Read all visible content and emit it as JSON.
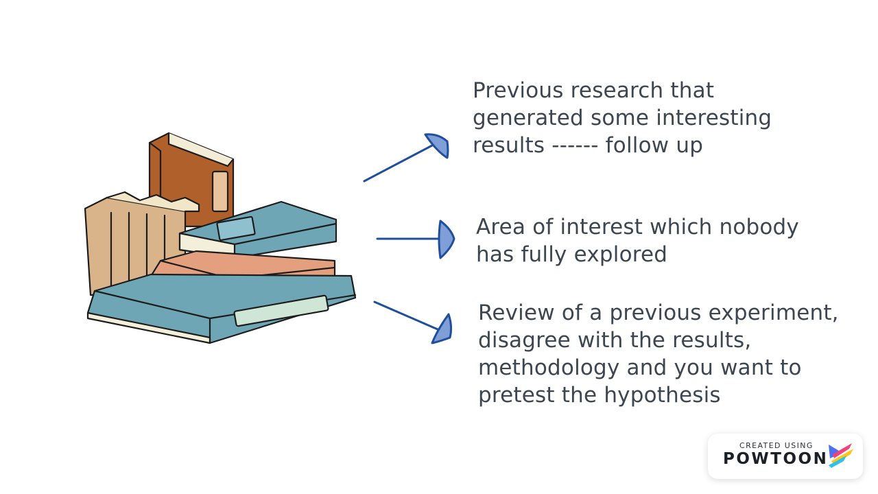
{
  "points": [
    "Previous research that\ngenerated some interesting\nresults ------ follow up",
    "Area of interest which nobody\nhas fully explored",
    "Review of a previous experiment,\ndisagree with the results,\nmethodology and you want to\npretest the hypothesis"
  ],
  "badge": {
    "small_text": "CREATED USING",
    "brand": "POWTOON"
  },
  "icons": {
    "illustration": "stack-of-books-illustration",
    "arrow": "arrow-right-icon",
    "logo": "powtoon-logo-icon"
  },
  "colors": {
    "text": "#3d4650",
    "arrow_line": "#1f4e9c",
    "arrow_head": "#7f9fd6",
    "book_blue": "#6fa6b6",
    "book_brown": "#b0602a",
    "book_peach": "#e4a07e",
    "book_tan": "#d9b48b"
  }
}
